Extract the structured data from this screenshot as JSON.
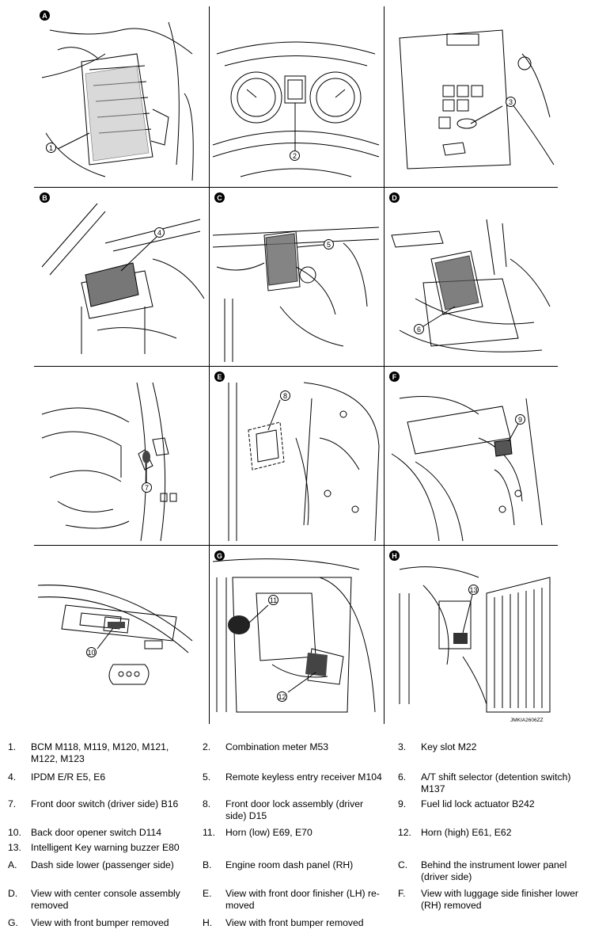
{
  "figure_code": "JMKIA2606ZZ",
  "panels": [
    {
      "letter": "A",
      "callout": "1"
    },
    {
      "letter": "",
      "callout": "2"
    },
    {
      "letter": "",
      "callout": "3"
    },
    {
      "letter": "B",
      "callout": "4"
    },
    {
      "letter": "C",
      "callout": "5"
    },
    {
      "letter": "D",
      "callout": "6"
    },
    {
      "letter": "",
      "callout": "7"
    },
    {
      "letter": "E",
      "callout": "8"
    },
    {
      "letter": "F",
      "callout": "9"
    },
    {
      "letter": "",
      "callout": "10"
    },
    {
      "letter": "G",
      "callout": "11",
      "callout2": "12"
    },
    {
      "letter": "H",
      "callout": "13"
    }
  ],
  "legend": [
    {
      "key": "1.",
      "text": "BCM M118, M119, M120, M121, M122, M123"
    },
    {
      "key": "2.",
      "text": "Combination meter M53"
    },
    {
      "key": "3.",
      "text": "Key slot M22"
    },
    {
      "key": "4.",
      "text": "IPDM E/R E5, E6"
    },
    {
      "key": "5.",
      "text": "Remote keyless entry receiver M104"
    },
    {
      "key": "6.",
      "text": "A/T shift selector (detention switch) M137"
    },
    {
      "key": "7.",
      "text": "Front door switch (driver side) B16"
    },
    {
      "key": "8.",
      "text": "Front door lock assembly (driver side) D15"
    },
    {
      "key": "9.",
      "text": "Fuel lid lock actuator B242"
    },
    {
      "key": "10.",
      "text": "Back door opener switch D114"
    },
    {
      "key": "11.",
      "text": "Horn (low) E69, E70"
    },
    {
      "key": "12.",
      "text": "Horn (high) E61, E62"
    },
    {
      "key": "13.",
      "text": "Intelligent Key warning buzzer E80"
    },
    {
      "key": "",
      "text": ""
    },
    {
      "key": "",
      "text": ""
    },
    {
      "key": "A.",
      "text": "Dash side lower (passenger side)"
    },
    {
      "key": "B.",
      "text": "Engine room dash panel (RH)"
    },
    {
      "key": "C.",
      "text": "Behind the instrument lower panel (driver side)"
    },
    {
      "key": "D.",
      "text": "View with center console assembly removed"
    },
    {
      "key": "E.",
      "text": "View with front door finisher (LH) re-moved"
    },
    {
      "key": "F.",
      "text": "View with luggage side finisher lower (RH) removed"
    },
    {
      "key": "G.",
      "text": "View with front bumper removed"
    },
    {
      "key": "H.",
      "text": "View with front bumper removed"
    }
  ]
}
